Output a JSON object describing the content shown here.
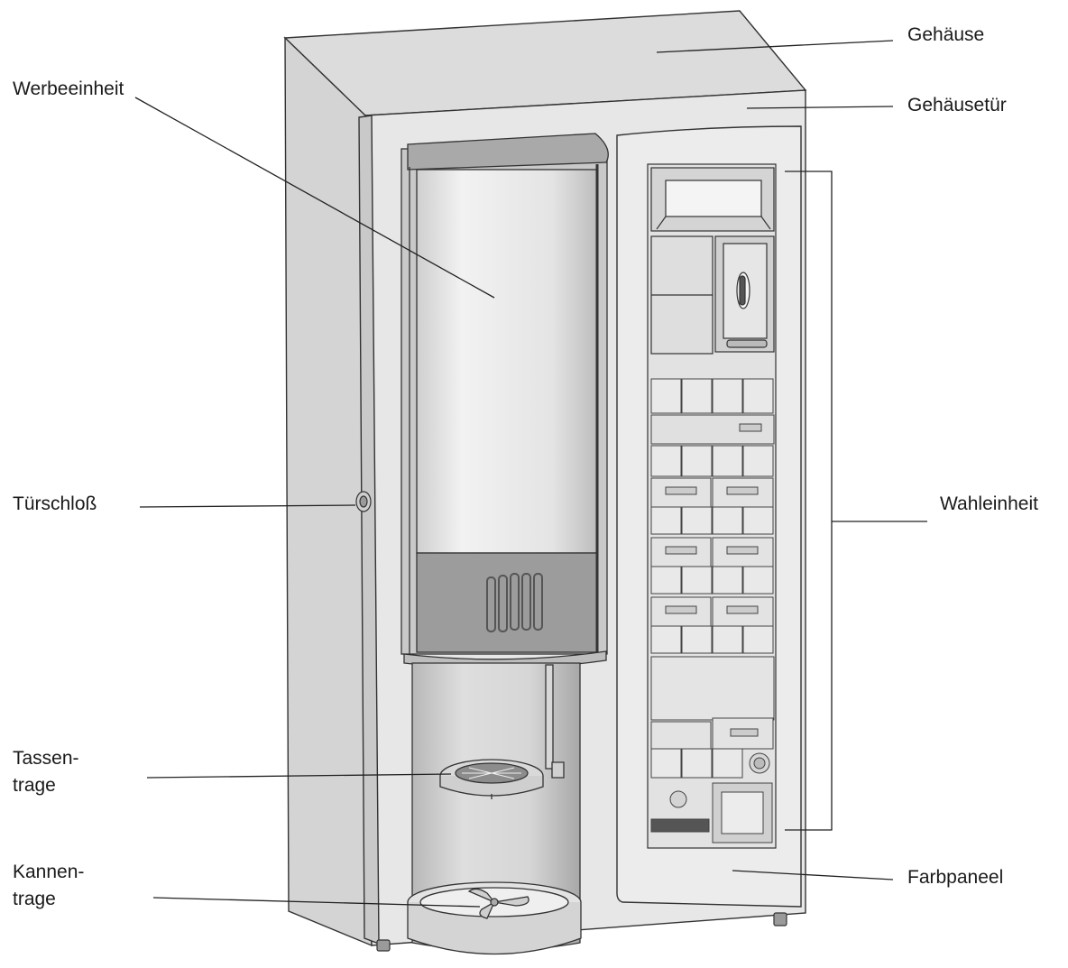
{
  "labels": {
    "gehaeuse": "Gehäuse",
    "gehaeusetuer": "Gehäusetür",
    "werbeeinheit": "Werbeeinheit",
    "tuerschloss": "Türschloß",
    "wahleinheit": "Wahleinheit",
    "tassentrage": [
      "Tassen-",
      "trage"
    ],
    "kannentrage": [
      "Kannen-",
      "trage"
    ],
    "farbpaneel": "Farbpaneel"
  },
  "colors": {
    "line": "#222222",
    "body_light": "#e6e6e6",
    "body_side": "#d2d2d2",
    "body_top": "#dcdcdc",
    "dark_band": "#9a9a9a",
    "panel": "#ececec"
  }
}
